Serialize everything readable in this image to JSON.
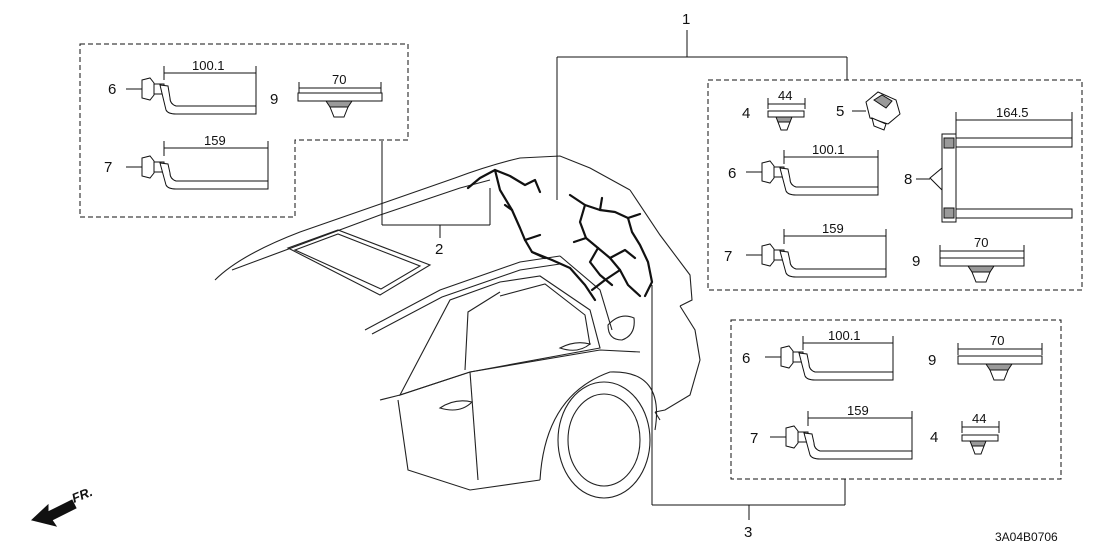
{
  "figure_code": "3A04B0706",
  "direction_label": "FR.",
  "callouts": {
    "assembly_1": "1",
    "assembly_2": "2",
    "assembly_3": "3"
  },
  "box_left": {
    "clip_6": {
      "ref": "6",
      "dim": "100.1"
    },
    "clip_7": {
      "ref": "7",
      "dim": "159"
    },
    "clip_9": {
      "ref": "9",
      "dim": "70"
    }
  },
  "box_top_right": {
    "clip_4": {
      "ref": "4",
      "dim": "44"
    },
    "clip_5": {
      "ref": "5"
    },
    "clip_6": {
      "ref": "6",
      "dim": "100.1"
    },
    "clip_7": {
      "ref": "7",
      "dim": "159"
    },
    "clip_8": {
      "ref": "8",
      "dim": "164.5"
    },
    "clip_9": {
      "ref": "9",
      "dim": "70"
    }
  },
  "box_bottom_right": {
    "clip_6": {
      "ref": "6",
      "dim": "100.1"
    },
    "clip_7": {
      "ref": "7",
      "dim": "159"
    },
    "clip_9": {
      "ref": "9",
      "dim": "70"
    },
    "clip_4": {
      "ref": "4",
      "dim": "44"
    }
  }
}
